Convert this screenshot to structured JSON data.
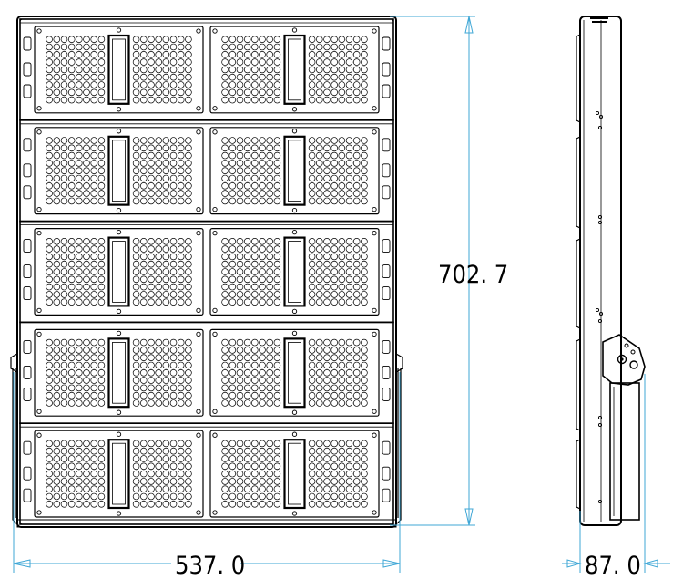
{
  "drawing": {
    "front_view": {
      "module_rows": 5,
      "modules_per_row": 2
    },
    "dimensions": {
      "height": "702. 7",
      "width": "537. 0",
      "depth": "87. 0"
    }
  },
  "colors": {
    "line": "#000000",
    "dimension": "#3fa7d6",
    "background": "#ffffff"
  }
}
